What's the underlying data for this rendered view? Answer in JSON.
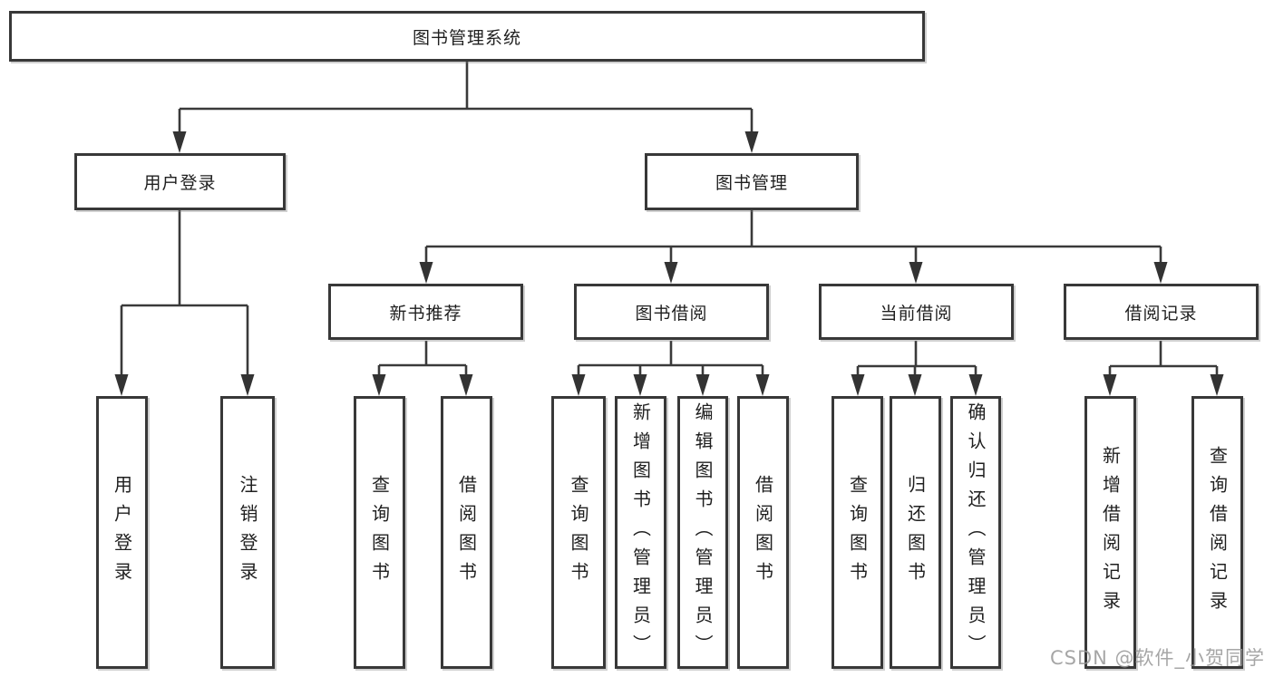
{
  "diagram": {
    "title_node": {
      "label": "图书管理系统"
    },
    "level2": [
      {
        "id": "user-login",
        "label": "用户登录"
      },
      {
        "id": "book-management",
        "label": "图书管理"
      }
    ],
    "level3": [
      {
        "id": "new-book-recommend",
        "label": "新书推荐"
      },
      {
        "id": "book-borrowing",
        "label": "图书借阅"
      },
      {
        "id": "current-borrowing",
        "label": "当前借阅"
      },
      {
        "id": "borrowing-records",
        "label": "借阅记录"
      }
    ],
    "leaves": [
      {
        "id": "user-login-action",
        "parent": "用户登录",
        "label": "用户登录"
      },
      {
        "id": "logout-action",
        "parent": "用户登录",
        "label": "注销登录"
      },
      {
        "id": "query-books-recommend",
        "parent": "新书推荐",
        "label": "查询图书"
      },
      {
        "id": "borrow-books-recommend",
        "parent": "新书推荐",
        "label": "借阅图书"
      },
      {
        "id": "query-books-borrowing",
        "parent": "图书借阅",
        "label": "查询图书"
      },
      {
        "id": "add-books-admin",
        "parent": "图书借阅",
        "label": "新增图书（管理员）"
      },
      {
        "id": "edit-books-admin",
        "parent": "图书借阅",
        "label": "编辑图书（管理员）"
      },
      {
        "id": "borrow-books-borrowing",
        "parent": "图书借阅",
        "label": "借阅图书"
      },
      {
        "id": "query-books-current",
        "parent": "当前借阅",
        "label": "查询图书"
      },
      {
        "id": "return-books",
        "parent": "当前借阅",
        "label": "归还图书"
      },
      {
        "id": "confirm-return-admin",
        "parent": "当前借阅",
        "label": "确认归还（管理员）"
      },
      {
        "id": "add-borrow-record",
        "parent": "借阅记录",
        "label": "新增借阅记录"
      },
      {
        "id": "query-borrow-record",
        "parent": "借阅记录",
        "label": "查询借阅记录"
      }
    ],
    "line_color": "#3a3a3a"
  },
  "watermark": {
    "text": "CSDN @软件_小贺同学"
  }
}
